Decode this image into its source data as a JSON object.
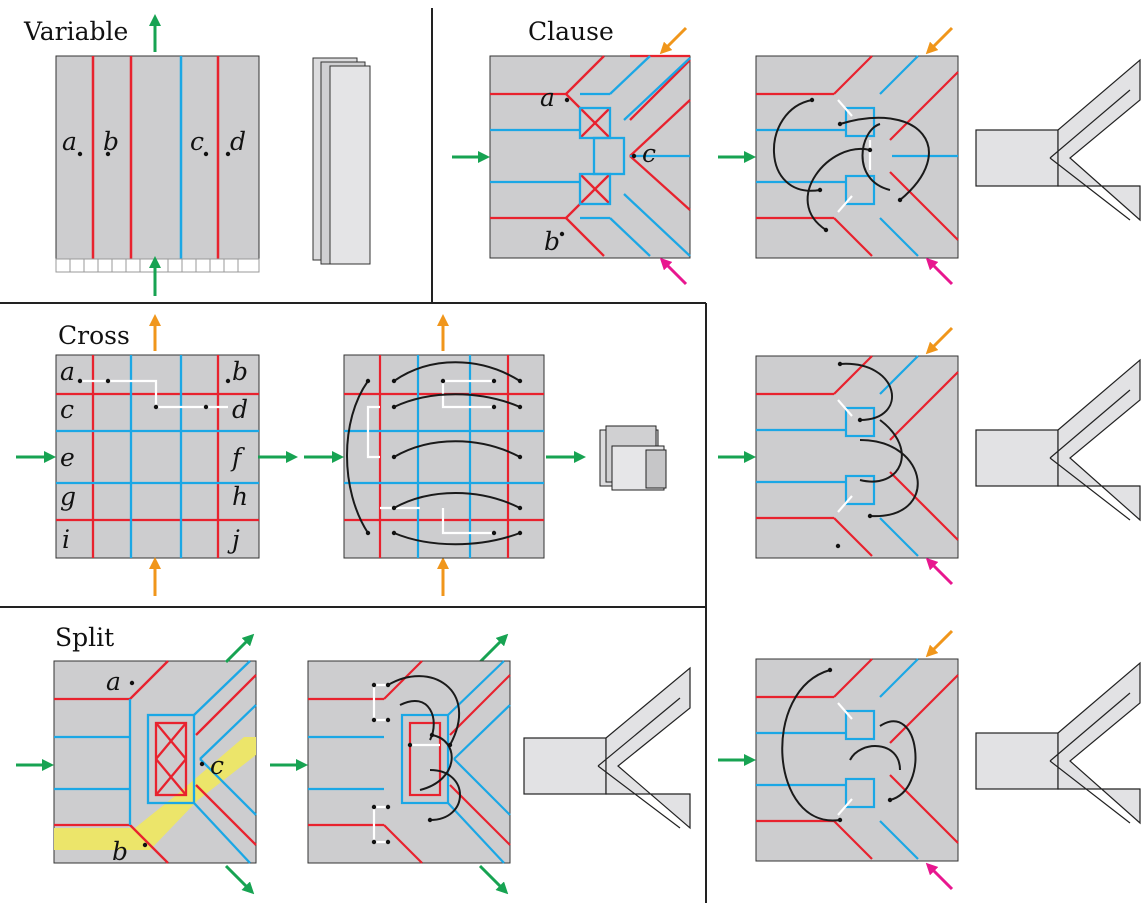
{
  "panels": {
    "variable": {
      "title": "Variable",
      "point_labels": [
        "a",
        "b",
        "c",
        "d"
      ]
    },
    "clause": {
      "title": "Clause",
      "point_labels": [
        "a",
        "c",
        "b"
      ]
    },
    "cross": {
      "title": "Cross",
      "point_labels": [
        "a",
        "b",
        "c",
        "d",
        "e",
        "f",
        "g",
        "h",
        "i",
        "j"
      ]
    },
    "split": {
      "title": "Split",
      "point_labels": [
        "a",
        "c",
        "b"
      ]
    }
  },
  "colors": {
    "paper": "#cdcdcf",
    "mountain": "#e8222e",
    "valley": "#1ba7e5",
    "arrow_green": "#17a352",
    "arrow_orange": "#f0961b",
    "arrow_magenta": "#e8178f",
    "highlight_yellow": "#ece56a",
    "link_white": "#ffffff",
    "curve_black": "#1a1a1a"
  },
  "arrow_legend": {
    "green": "green-arrow-icon",
    "orange": "orange-arrow-icon",
    "magenta": "magenta-arrow-icon"
  }
}
